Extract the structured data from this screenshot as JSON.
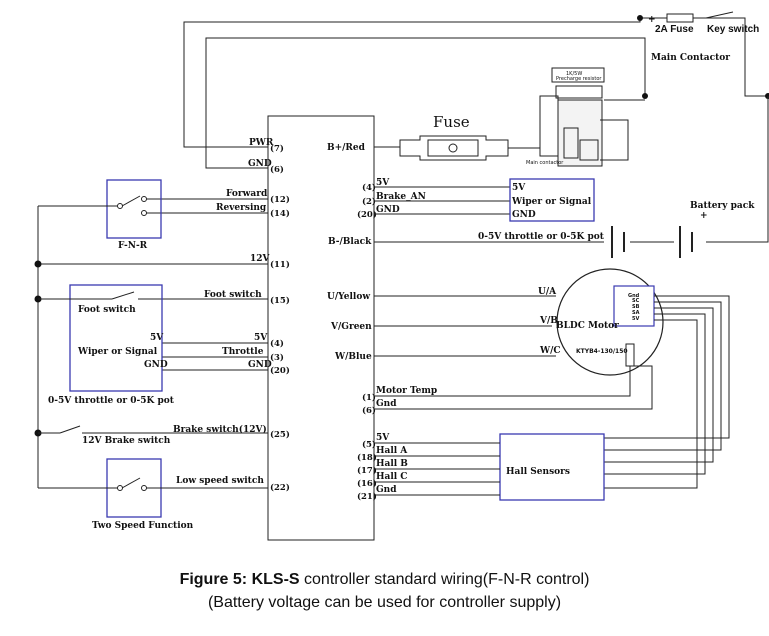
{
  "top_right": {
    "fuse_2a": "2A Fuse",
    "key_switch": "Key switch",
    "main_contactor": "Main Contactor",
    "plus": "+"
  },
  "contactor": {
    "resistor_label": "1K/5W",
    "resistor_sub": "Precharge resistor",
    "coil": "Main contactor"
  },
  "fuse": "Fuse",
  "battery": {
    "label": "Battery pack",
    "plus": "+"
  },
  "left_pins": [
    {
      "name": "PWR",
      "num": "(7)"
    },
    {
      "name": "GND",
      "num": "(6)"
    },
    {
      "name": "Forward",
      "num": "(12)"
    },
    {
      "name": "Reversing",
      "num": "(14)"
    },
    {
      "name": "12V",
      "num": "(11)"
    },
    {
      "name": "Foot switch",
      "num": "(15)"
    },
    {
      "name": "5V",
      "num": "(4)"
    },
    {
      "name": "Throttle",
      "num": "(3)"
    },
    {
      "name": "GND",
      "num": "(20)"
    },
    {
      "name": "Brake switch(12V)",
      "num": "(25)"
    },
    {
      "name": "Low speed switch",
      "num": "(22)"
    }
  ],
  "right_side": {
    "b_plus": "B+/Red",
    "brake_pins": [
      {
        "num": "(4)",
        "name": "5V"
      },
      {
        "num": "(2)",
        "name": "Brake_AN"
      },
      {
        "num": "(20)",
        "name": "GND"
      }
    ],
    "b_minus": "B-/Black",
    "phases": [
      "U/Yellow",
      "V/Green",
      "W/Blue"
    ],
    "temp_pins": [
      {
        "num": "(1)",
        "name": "Motor Temp"
      },
      {
        "num": "(6)",
        "name": "Gnd"
      }
    ],
    "hall_pins": [
      {
        "num": "(5)",
        "name": "5V"
      },
      {
        "num": "(18)",
        "name": "Hall A"
      },
      {
        "num": "(17)",
        "name": "Hall B"
      },
      {
        "num": "(16)",
        "name": "Hall C"
      },
      {
        "num": "(21)",
        "name": "Gnd"
      }
    ]
  },
  "wiper_box_right": [
    "5V",
    "Wiper or Signal",
    "GND"
  ],
  "throttle_right": "0-5V throttle or 0-5K pot",
  "motor": {
    "phase_u": "U/A",
    "phase_v": "V/B",
    "phase_w": "W/C",
    "name": "BLDC Motor",
    "model": "KTYB4-130/150",
    "conn": [
      "Gnd",
      "SC",
      "SB",
      "SA",
      "5V"
    ]
  },
  "hall_sensors": "Hall Sensors",
  "left_devices": {
    "fnr": "F-N-R",
    "foot_switch": "Foot switch",
    "wiper_left": {
      "v5": "5V",
      "wiper": "Wiper or Signal",
      "gnd": "GND"
    },
    "throttle_left": "0-5V throttle or 0-5K pot",
    "brake_switch": "12V Brake switch",
    "two_speed": "Two Speed Function"
  },
  "caption": {
    "prefix": "Figure 5: ",
    "model": "KLS-S",
    "line1": " controller standard wiring(F-N-R control)",
    "line2": "(Battery voltage can be used for controller supply)"
  }
}
